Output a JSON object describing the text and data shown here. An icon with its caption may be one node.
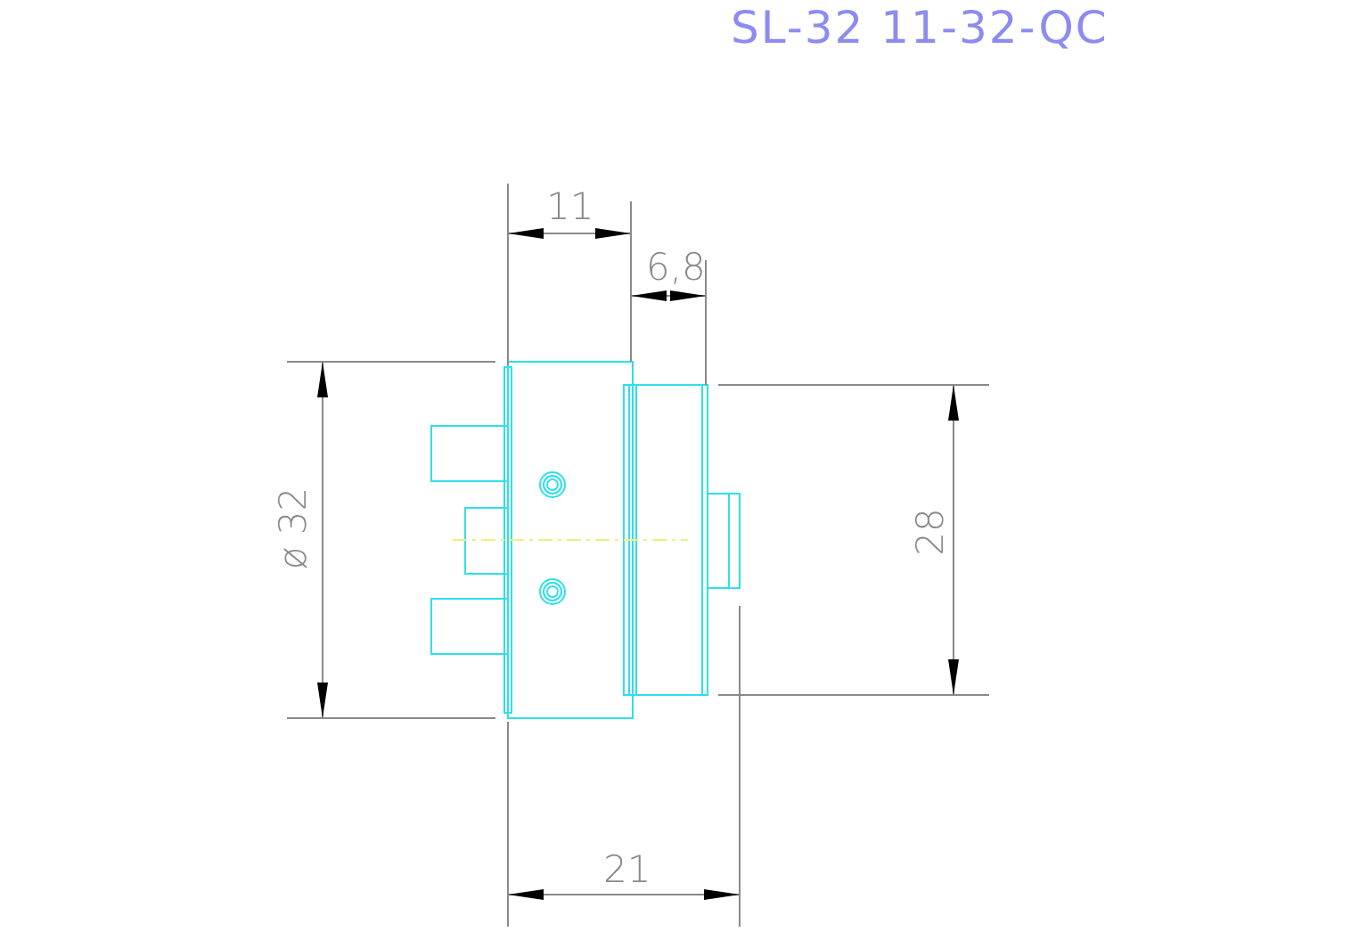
{
  "diagram": {
    "title": "SL-32 11-32-QC",
    "labels": [
      "11",
      "6,8",
      "ø 32",
      "28",
      "21"
    ]
  }
}
